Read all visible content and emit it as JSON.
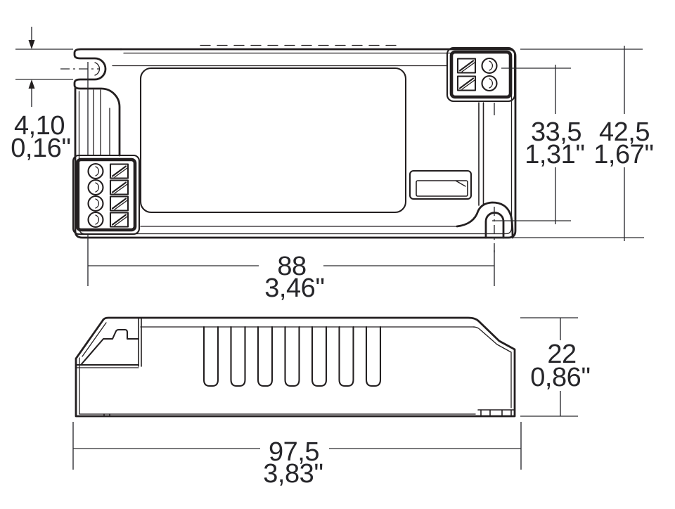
{
  "drawing": {
    "kind": "technical-dimension-drawing",
    "background": "#ffffff",
    "line_color": "#231f20",
    "text_color": "#26262a"
  },
  "dimensions": {
    "slot_width": {
      "mm": "4,10",
      "inch": "0,16''"
    },
    "fixing_to_edge": {
      "mm": "33,5",
      "inch": "1,31''"
    },
    "overall_width": {
      "mm": "42,5",
      "inch": "1,67''"
    },
    "fixing_centres": {
      "mm": "88",
      "inch": "3,46''"
    },
    "height": {
      "mm": "22",
      "inch": "0,86''"
    },
    "overall_length": {
      "mm": "97,5",
      "inch": "3,83''"
    }
  }
}
